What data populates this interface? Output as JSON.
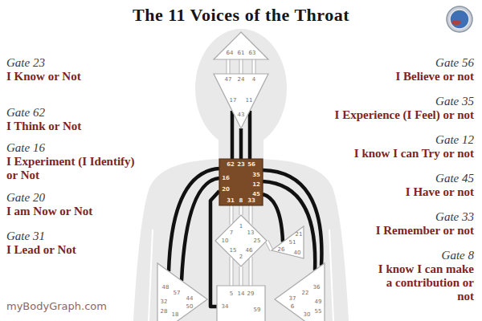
{
  "diagram": {
    "title": "The 11 Voices of the Throat",
    "nodes": [
      {
        "text": [
          "64",
          "61",
          "63"
        ]
      },
      {
        "text": [
          "47",
          "24",
          "4",
          "17",
          "11",
          "43"
        ]
      },
      {
        "text": [
          "62",
          "23",
          "56",
          "16",
          "35",
          "20",
          "12",
          "45",
          "31",
          "8",
          "33"
        ]
      },
      {
        "text": [
          "1",
          "7",
          "13",
          "10",
          "25",
          "15",
          "46",
          "2"
        ]
      },
      {
        "text": [
          "21",
          "51",
          "26",
          "40"
        ]
      },
      {
        "text": [
          "48",
          "57",
          "44",
          "50",
          "32",
          "28",
          "18"
        ]
      },
      {
        "text": [
          "5",
          "14",
          "29",
          "34",
          "59"
        ]
      },
      {
        "text": [
          "36",
          "22",
          "37",
          "6",
          "49",
          "55",
          "30"
        ]
      }
    ],
    "edges": [
      {
        "from": 0,
        "to": 1,
        "arrow": "none"
      },
      {
        "from": 0,
        "to": 1,
        "arrow": "none"
      },
      {
        "from": 0,
        "to": 1,
        "arrow": "none"
      },
      {
        "from": 1,
        "to": 2,
        "arrow": "none"
      },
      {
        "from": 1,
        "to": 2,
        "arrow": "none"
      },
      {
        "from": 1,
        "to": 2,
        "arrow": "none"
      },
      {
        "from": 2,
        "to": 3,
        "arrow": "none"
      },
      {
        "from": 2,
        "to": 3,
        "arrow": "none"
      },
      {
        "from": 2,
        "to": 3,
        "arrow": "none"
      },
      {
        "from": 2,
        "to": 5,
        "arrow": "none"
      },
      {
        "from": 2,
        "to": 5,
        "arrow": "none"
      },
      {
        "from": 2,
        "to": 6,
        "arrow": "none"
      },
      {
        "from": 2,
        "to": 7,
        "arrow": "none"
      },
      {
        "from": 2,
        "to": 7,
        "arrow": "none"
      },
      {
        "from": 2,
        "to": 4,
        "arrow": "none"
      },
      {
        "from": 3,
        "to": 4,
        "arrow": "none"
      },
      {
        "from": 3,
        "to": 6,
        "arrow": "none"
      },
      {
        "from": 3,
        "to": 6,
        "arrow": "none"
      },
      {
        "from": 3,
        "to": 6,
        "arrow": "none"
      }
    ],
    "labels": [
      "Gate 23",
      "I Know or Not",
      "Gate 62",
      "I Think or Not",
      "Gate 16",
      "I Experiment (I Identify) or Not",
      "Gate 20",
      "I am Now or Not",
      "Gate 31",
      "I Lead or Not",
      "Gate 56",
      "I Believe or not",
      "Gate 35",
      "I Experience (I Feel) or not",
      "Gate 12",
      "I know I can Try or not",
      "Gate 45",
      "I Have or not",
      "Gate 33",
      "I Remember or not",
      "Gate 8",
      "I know I can make a contribution or not",
      "myBodyGraph.com"
    ]
  }
}
